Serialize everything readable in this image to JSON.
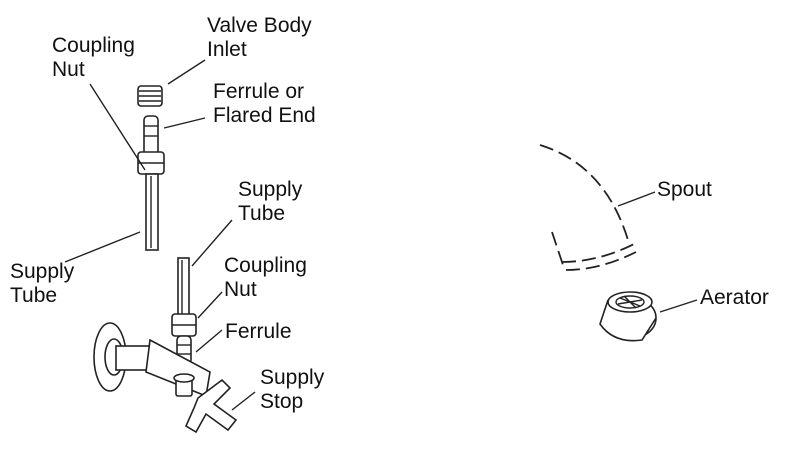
{
  "labels": {
    "coupling_nut_top": [
      "Coupling",
      "Nut"
    ],
    "valve_body_inlet": [
      "Valve Body",
      "Inlet"
    ],
    "ferrule_or_flared_end": [
      "Ferrule or",
      "Flared End"
    ],
    "supply_tube_left": [
      "Supply",
      "Tube"
    ],
    "supply_tube_mid": [
      "Supply",
      "Tube"
    ],
    "coupling_nut_mid": [
      "Coupling",
      "Nut"
    ],
    "ferrule": [
      "Ferrule"
    ],
    "supply_stop": [
      "Supply",
      "Stop"
    ],
    "spout": [
      "Spout"
    ],
    "aerator": [
      "Aerator"
    ]
  },
  "colors": {
    "ink": "#222222",
    "background": "#ffffff"
  }
}
